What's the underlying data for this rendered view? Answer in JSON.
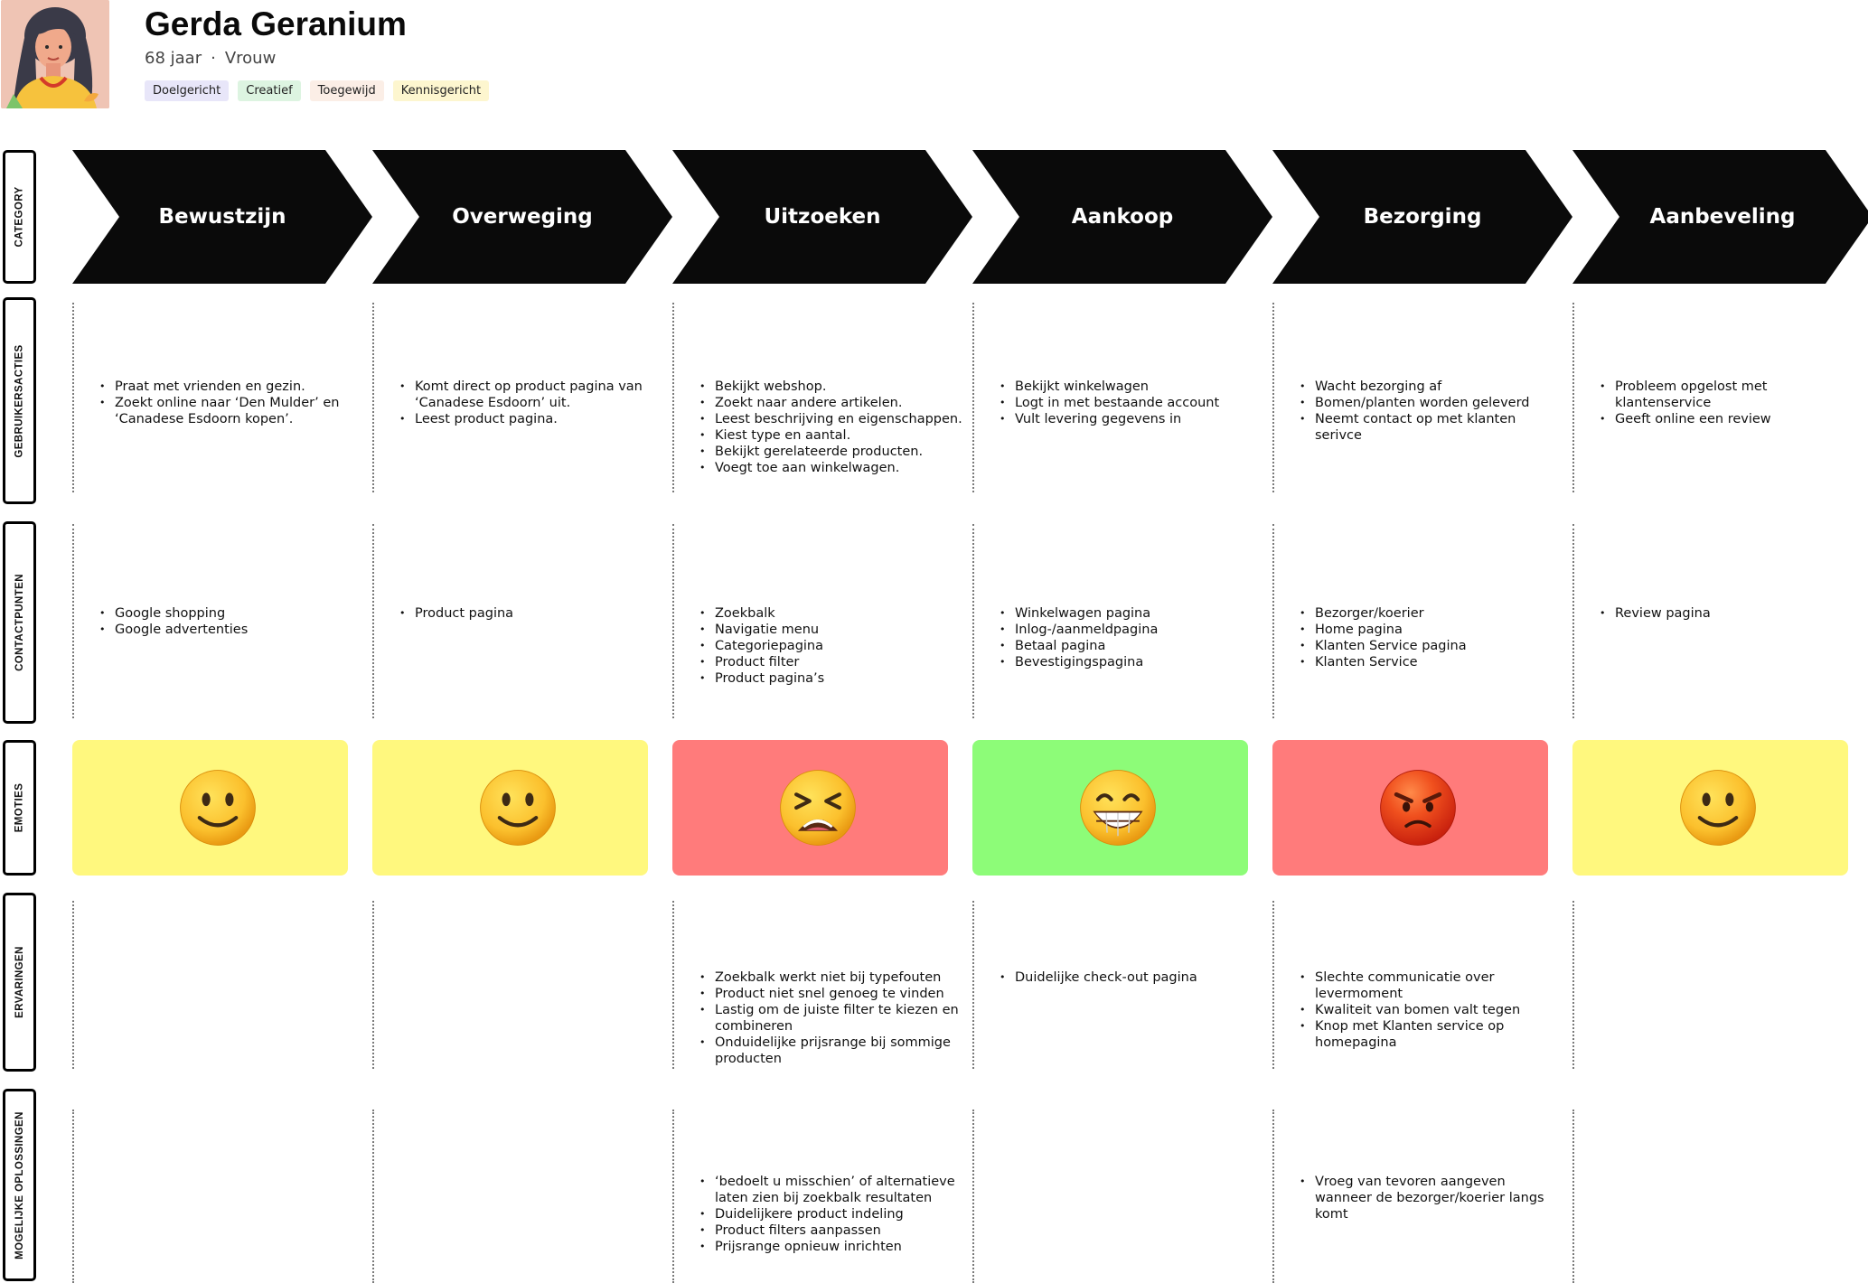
{
  "persona": {
    "name": "Gerda Geranium",
    "age": "68 jaar",
    "separator": "·",
    "gender": "Vrouw",
    "tags": [
      {
        "label": "Doelgericht",
        "color": "#e8e6f9"
      },
      {
        "label": "Creatief",
        "color": "#ddf4e1"
      },
      {
        "label": "Toegewijd",
        "color": "#fbeee6"
      },
      {
        "label": "Kennisgericht",
        "color": "#fdf6cf"
      }
    ]
  },
  "row_labels": {
    "category": "CATEGORY",
    "actions": "GEBRUIKERSACTIES",
    "touchpoints": "CONTACTPUNTEN",
    "emotions": "EMOTIES",
    "experiences": "ERVARINGEN",
    "solutions": "MOGELIJKE OPLOSSINGEN"
  },
  "colors": {
    "chevron": "#0a0a0a",
    "emotion_neutral": "#fff87e",
    "emotion_negative": "#ff7b7b",
    "emotion_positive": "#8dfc78"
  },
  "stages": [
    {
      "name": "Bewustzijn",
      "actions": [
        "Praat met vrienden en gezin.",
        "Zoekt online naar ‘Den Mulder’ en ‘Canadese Esdoorn kopen’."
      ],
      "touchpoints": [
        "Google shopping",
        "Google advertenties"
      ],
      "emotion": {
        "icon": "slightly-smiling-face-icon",
        "color": "#fff87e"
      },
      "experiences": [],
      "solutions": []
    },
    {
      "name": "Overweging",
      "actions": [
        "Komt direct op product pagina van ‘Canadese Esdoorn’ uit.",
        "Leest product pagina."
      ],
      "touchpoints": [
        "Product pagina"
      ],
      "emotion": {
        "icon": "slightly-smiling-face-icon",
        "color": "#fff87e"
      },
      "experiences": [],
      "solutions": []
    },
    {
      "name": "Uitzoeken",
      "actions": [
        "Bekijkt webshop.",
        "Zoekt naar andere artikelen.",
        "Leest beschrijving en eigenschappen.",
        "Kiest type en aantal.",
        "Bekijkt gerelateerde producten.",
        "Voegt toe aan winkelwagen."
      ],
      "touchpoints": [
        "Zoekbalk",
        "Navigatie menu",
        "Categoriepagina",
        "Product filter",
        "Product pagina’s"
      ],
      "emotion": {
        "icon": "tired-face-icon",
        "color": "#ff7b7b"
      },
      "experiences": [
        "Zoekbalk werkt niet bij typefouten",
        "Product niet snel genoeg te vinden",
        "Lastig om de juiste filter te kiezen en combineren",
        "Onduidelijke prijsrange bij sommige producten"
      ],
      "solutions": [
        "‘bedoelt u misschien’ of alternatieve laten zien bij zoekbalk resultaten",
        "Duidelijkere product indeling",
        "Product filters aanpassen",
        "Prijsrange opnieuw inrichten"
      ]
    },
    {
      "name": "Aankoop",
      "actions": [
        "Bekijkt winkelwagen",
        "Logt in met bestaande account",
        "Vult levering gegevens in"
      ],
      "touchpoints": [
        "Winkelwagen pagina",
        "Inlog-/aanmeldpagina",
        "Betaal pagina",
        "Bevestigingspagina"
      ],
      "emotion": {
        "icon": "grinning-face-icon",
        "color": "#8dfc78"
      },
      "experiences": [
        "Duidelijke check-out pagina"
      ],
      "solutions": []
    },
    {
      "name": "Bezorging",
      "actions": [
        "Wacht bezorging af",
        "Bomen/planten worden geleverd",
        "Neemt contact op met klanten serivce"
      ],
      "touchpoints": [
        "Bezorger/koerier",
        "Home pagina",
        "Klanten Service pagina",
        "Klanten Service"
      ],
      "emotion": {
        "icon": "angry-face-icon",
        "color": "#ff7b7b"
      },
      "experiences": [
        "Slechte communicatie over levermoment",
        "Kwaliteit van bomen valt tegen",
        "Knop met Klanten service op homepagina"
      ],
      "solutions": [
        "Vroeg van tevoren aangeven wanneer de bezorger/koerier langs komt"
      ]
    },
    {
      "name": "Aanbeveling",
      "actions": [
        "Probleem opgelost met klantenservice",
        "Geeft online een review"
      ],
      "touchpoints": [
        "Review pagina"
      ],
      "emotion": {
        "icon": "slightly-smiling-face-icon",
        "color": "#fff87e"
      },
      "experiences": [],
      "solutions": []
    }
  ]
}
